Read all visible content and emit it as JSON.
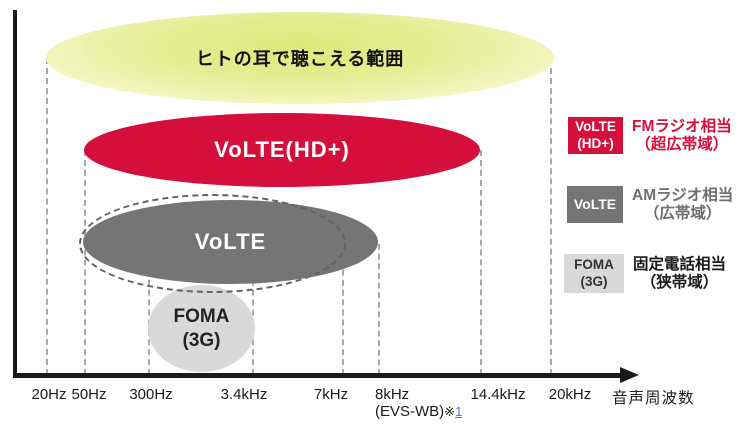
{
  "diagram": {
    "hearing_label": "ヒトの耳で聴こえる範囲",
    "ellipse_labels": {
      "volte_hd": "VoLTE(HD+)",
      "volte": "VoLTE",
      "foma_line1": "FOMA",
      "foma_line2": "(3G)"
    },
    "bands": [
      {
        "name": "ヒトの耳で聴こえる範囲",
        "min": "20Hz",
        "max": "20kHz"
      },
      {
        "name": "VoLTE(HD+)",
        "min": "50Hz",
        "max": "14.4kHz"
      },
      {
        "name": "VoLTE",
        "min": "50Hz",
        "max": "8kHz",
        "dashed_max": "7kHz"
      },
      {
        "name": "FOMA(3G)",
        "min": "300Hz",
        "max": "3.4kHz"
      }
    ]
  },
  "axis": {
    "ticks": [
      "20Hz",
      "50Hz",
      "300Hz",
      "3.4kHz",
      "7kHz",
      "8kHz",
      "14.4kHz",
      "20kHz"
    ],
    "tick8khz_sub": "(EVS-WB)",
    "footnote_mark": "※",
    "footnote_link": "1",
    "title": "音声周波数"
  },
  "legend": {
    "rows": [
      {
        "badge_line1": "VoLTE",
        "badge_line2": "(HD+)",
        "text_line1": "FMラジオ相当",
        "text_line2": "（超広帯域）"
      },
      {
        "badge_line1": "VoLTE",
        "text_line1": "AMラジオ相当",
        "text_line2": "（広帯域）"
      },
      {
        "badge_line1": "FOMA",
        "badge_line2": "(3G)",
        "text_line1": "固定電話相当",
        "text_line2": "（狭帯域）"
      }
    ]
  },
  "colors": {
    "crimson": "#d50f3c",
    "gray": "#757575",
    "light_gray": "#d9d9d9",
    "yellow_center": "#dbe979",
    "yellow_edge": "#f9fbdc",
    "link_blue": "#3b78d8"
  }
}
